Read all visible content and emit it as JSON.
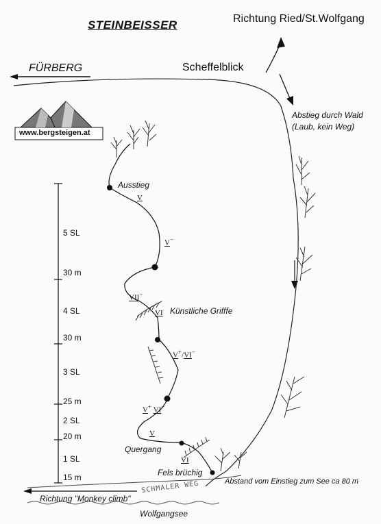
{
  "title": "STEINBEISSER",
  "labels": {
    "direction_ried": "Richtung Ried/St.Wolfgang",
    "fuerberg": "FÜRBERG",
    "scheffelblick": "Scheffelblick",
    "descent": "Abstieg durch Wald",
    "descent_note": "(Laub, kein Weg)",
    "logo": "www.bergsteigen.at",
    "ausstieg": "Ausstieg",
    "kuenstliche_griffe": "Künstliche Grifffe",
    "quergang": "Quergang",
    "fels_bruechig": "Fels brüchig",
    "distance_note": "Abstand vom Einstieg zum See ca 80 m",
    "monkey_climb": "Richtung \"Monkey climb\"",
    "schmaler_weg": "SCHMALER WEG",
    "wolfgangsee": "Wolfgangsee"
  },
  "scale": {
    "marks": [
      "5 SL",
      "30 m",
      "4 SL",
      "30 m",
      "3 SL",
      "25 m",
      "2 SL",
      "20 m",
      "1 SL",
      "15 m"
    ]
  },
  "grades": {
    "p1": "V",
    "p2": "V",
    "p2_sup": "−",
    "p3": "VII",
    "p3_sup": "−",
    "p4": "VI",
    "p5_a": "V",
    "p5_a_sup": "+",
    "p5_sep": "/",
    "p5_b": "VI",
    "p5_b_sup": "−",
    "p6_a": "V",
    "p6_a_sup": "+",
    "p6_b": "VI",
    "p6_b_sup": "−",
    "p7": "V",
    "p8": "VI"
  }
}
